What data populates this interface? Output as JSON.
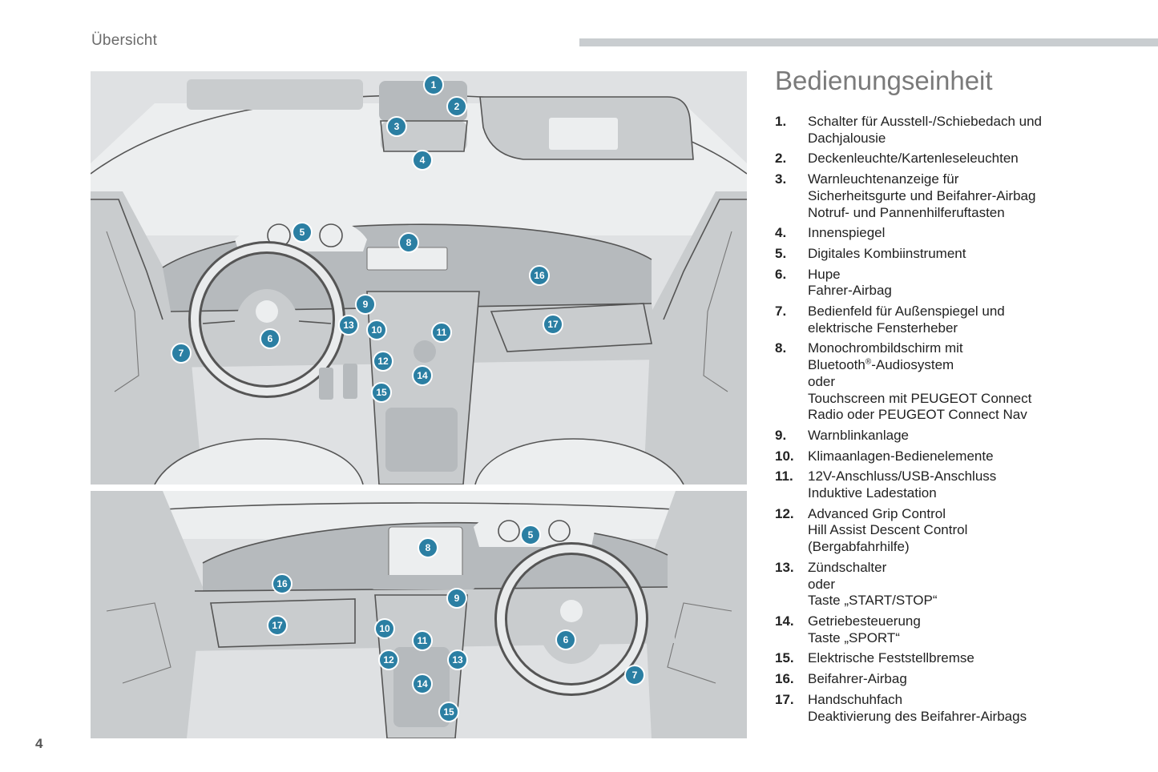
{
  "header": {
    "section": "Übersicht"
  },
  "page_number": "4",
  "title": "Bedienungseinheit",
  "items": [
    {
      "num": "1.",
      "lines": [
        "Schalter für Ausstell-/Schiebedach und",
        "Dachjalousie"
      ]
    },
    {
      "num": "2.",
      "lines": [
        "Deckenleuchte/Kartenleseleuchten"
      ]
    },
    {
      "num": "3.",
      "lines": [
        "Warnleuchtenanzeige für",
        "Sicherheitsgurte und Beifahrer-Airbag",
        "Notruf- und Pannenhilferuftasten"
      ]
    },
    {
      "num": "4.",
      "lines": [
        "Innenspiegel"
      ]
    },
    {
      "num": "5.",
      "lines": [
        "Digitales Kombiinstrument"
      ]
    },
    {
      "num": "6.",
      "lines": [
        "Hupe",
        "Fahrer-Airbag"
      ]
    },
    {
      "num": "7.",
      "lines": [
        "Bedienfeld für Außenspiegel und",
        "elektrische Fensterheber"
      ]
    },
    {
      "num": "8.",
      "lines": [
        "Monochrombildschirm mit",
        "Bluetooth®-Audiosystem",
        "oder",
        "Touchscreen mit PEUGEOT Connect",
        "Radio oder PEUGEOT Connect Nav"
      ]
    },
    {
      "num": "9.",
      "lines": [
        "Warnblinkanlage"
      ]
    },
    {
      "num": "10.",
      "lines": [
        "Klimaanlagen-Bedienelemente"
      ]
    },
    {
      "num": "11.",
      "lines": [
        "12V-Anschluss/USB-Anschluss",
        "Induktive Ladestation"
      ]
    },
    {
      "num": "12.",
      "lines": [
        "Advanced Grip Control",
        "Hill Assist Descent Control",
        "(Bergabfahrhilfe)"
      ]
    },
    {
      "num": "13.",
      "lines": [
        "Zündschalter",
        "oder",
        "Taste „START/STOP“"
      ]
    },
    {
      "num": "14.",
      "lines": [
        "Getriebesteuerung",
        "Taste „SPORT“"
      ]
    },
    {
      "num": "15.",
      "lines": [
        "Elektrische Feststellbremse"
      ]
    },
    {
      "num": "16.",
      "lines": [
        "Beifahrer-Airbag"
      ]
    },
    {
      "num": "17.",
      "lines": [
        "Handschuhfach",
        "Deaktivierung des Beifahrer-Airbags"
      ]
    }
  ],
  "callouts_top": [
    "1",
    "2",
    "3",
    "4",
    "5",
    "8",
    "16",
    "9",
    "13",
    "10",
    "11",
    "6",
    "17",
    "7",
    "12",
    "14",
    "15"
  ],
  "callouts_bottom": [
    "8",
    "5",
    "16",
    "9",
    "17",
    "10",
    "11",
    "6",
    "12",
    "13",
    "7",
    "14",
    "15"
  ],
  "colors": {
    "callout": "#2b7fa3",
    "header_bar": "#c9cdd0",
    "title": "#7a7a7a"
  }
}
